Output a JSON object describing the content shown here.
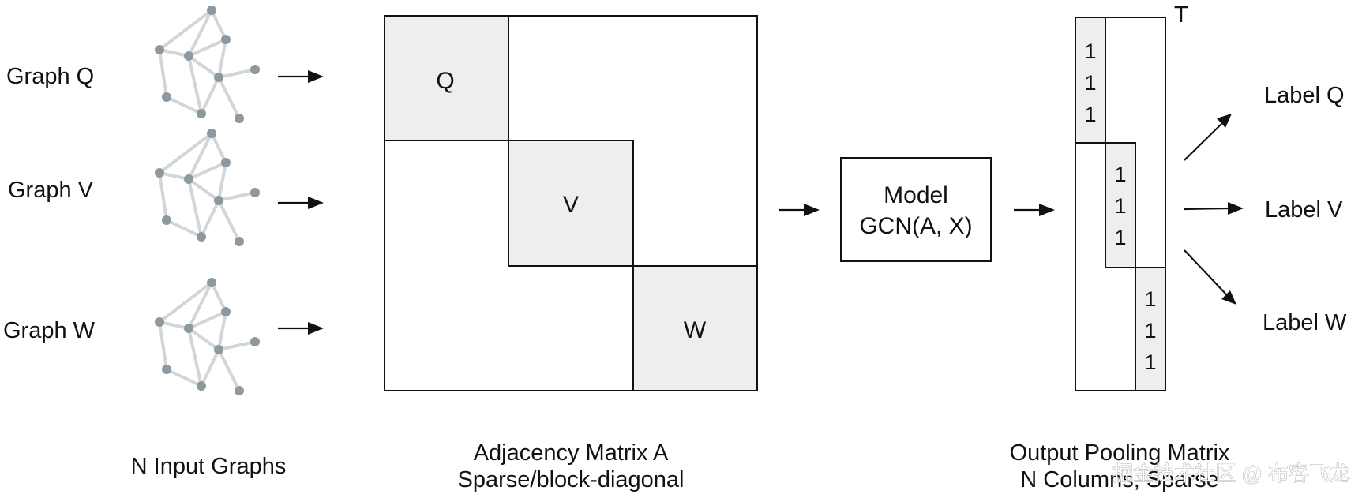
{
  "graphs": [
    {
      "label": "Graph Q"
    },
    {
      "label": "Graph V"
    },
    {
      "label": "Graph W"
    }
  ],
  "captions": {
    "input": "N Input Graphs",
    "adjacency_line1": "Adjacency Matrix A",
    "adjacency_line2": "Sparse/block-diagonal",
    "pooling_line1": "Output Pooling Matrix",
    "pooling_line2": "N Columns, Sparse"
  },
  "adjacency_blocks": [
    "Q",
    "V",
    "W"
  ],
  "model": {
    "line1": "Model",
    "line2": "GCN(A, X)"
  },
  "pooling": {
    "transpose": "T",
    "columns": [
      [
        "1",
        "1",
        "1"
      ],
      [
        "1",
        "1",
        "1"
      ],
      [
        "1",
        "1",
        "1"
      ]
    ]
  },
  "outputs": [
    "Label Q",
    "Label V",
    "Label W"
  ],
  "watermark": "掘金技术社区 @ 布客飞龙",
  "colors": {
    "node": "#8e999f",
    "edge": "#d3d6d8",
    "block_fill": "#eeeeee",
    "line": "#111111"
  }
}
